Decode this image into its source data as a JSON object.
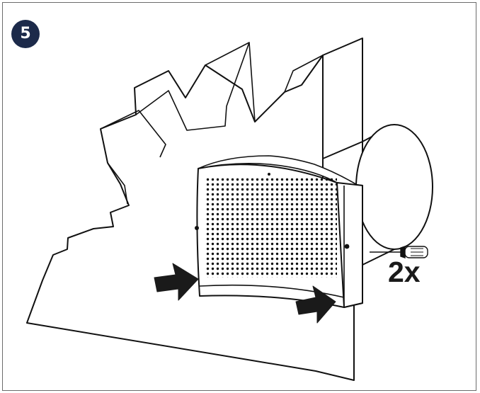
{
  "step": {
    "number": "5"
  },
  "screw": {
    "quantity_label": "2x"
  },
  "icons": {
    "step": "step-number-badge",
    "tool": "screwdriver-icon",
    "push": "push-arrow-icon"
  },
  "colors": {
    "badge": "#1c2a4a",
    "line": "#111111",
    "arrow": "#1a1a1a",
    "frame": "#6b6b6b"
  }
}
